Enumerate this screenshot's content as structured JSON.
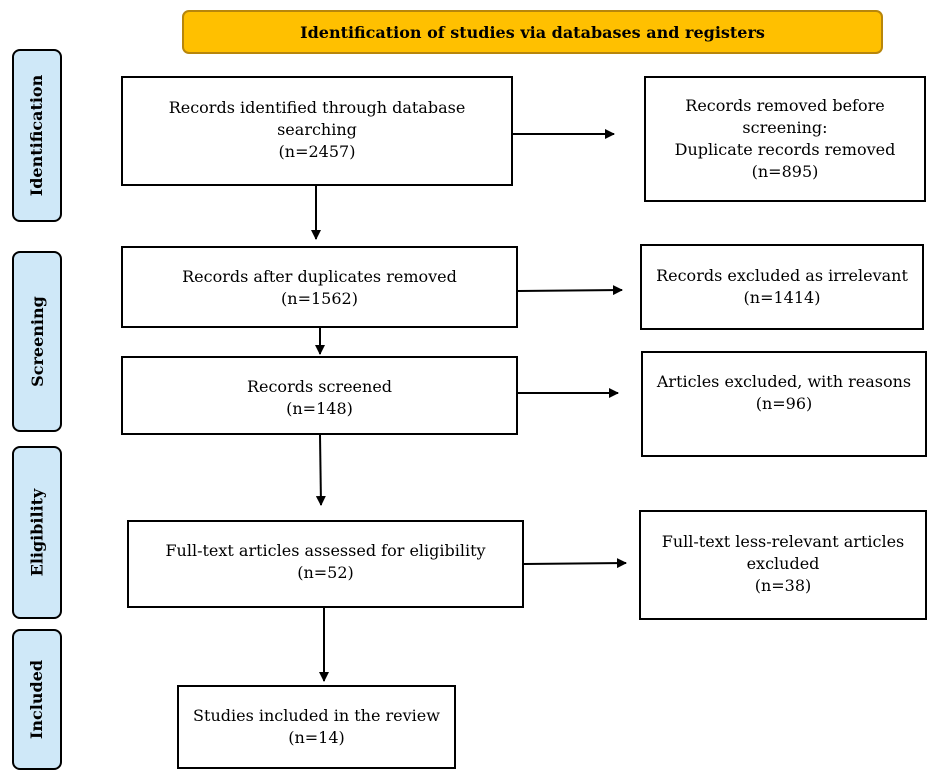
{
  "header": {
    "title": "Identification of studies via databases and registers"
  },
  "stages": {
    "identification": "Identification",
    "screening": "Screening",
    "eligibility": "Eligibility",
    "included": "Included"
  },
  "boxes": {
    "identified": {
      "label": "Records identified through database\nsearching",
      "count": "(n=2457)"
    },
    "removed_before": {
      "label": "Records removed before\nscreening:\nDuplicate records removed",
      "count": "(n=895)"
    },
    "after_duplicates": {
      "label": "Records after duplicates removed",
      "count": "(n=1562)"
    },
    "irrelevant": {
      "label": "Records excluded as irrelevant",
      "count": "(n=1414)"
    },
    "screened": {
      "label": "Records screened",
      "count": "(n=148)"
    },
    "excluded_reasons": {
      "label": "Articles excluded, with reasons",
      "count": "(n=96)"
    },
    "fulltext_assessed": {
      "label": "Full-text articles assessed for eligibility",
      "count": "(n=52)"
    },
    "fulltext_excluded": {
      "label": "Full-text less-relevant articles\nexcluded",
      "count": "(n=38)"
    },
    "included": {
      "label": "Studies included in the review",
      "count": "(n=14)"
    }
  }
}
